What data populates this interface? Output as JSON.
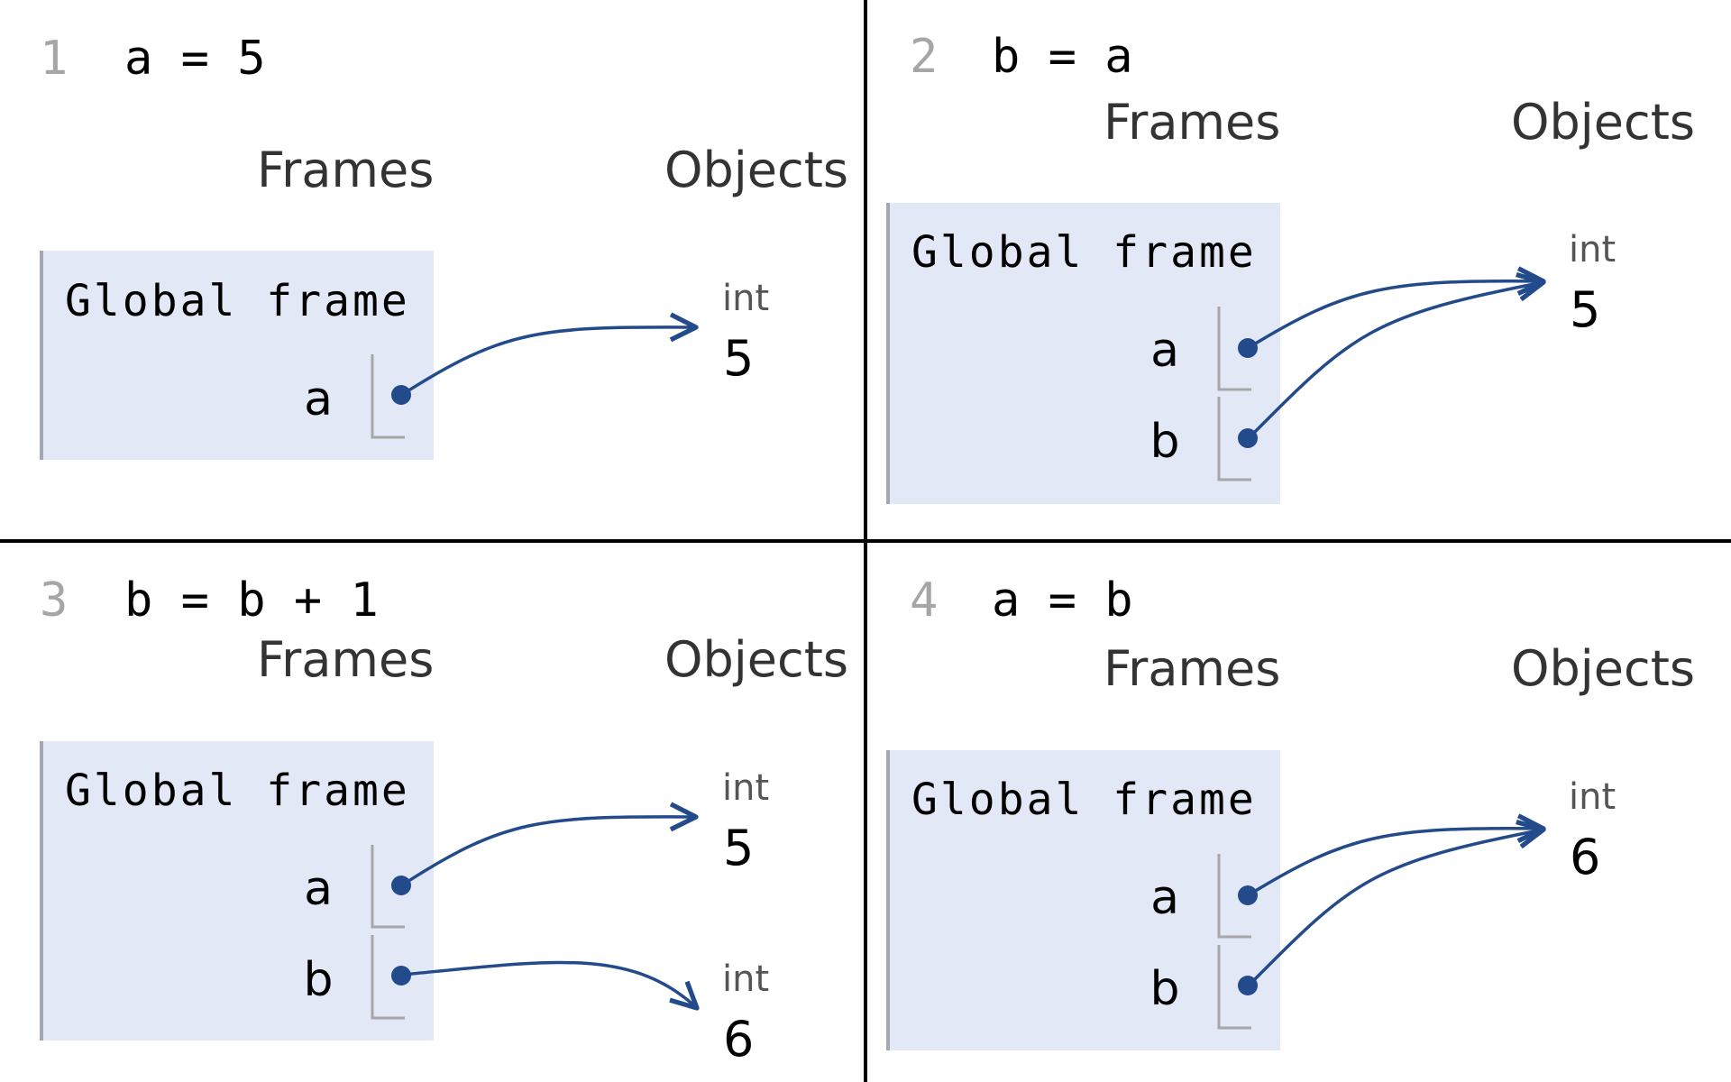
{
  "panels": [
    {
      "step": "1",
      "code": "a = 5",
      "frames_label": "Frames",
      "objects_label": "Objects",
      "frame_title": "Global frame",
      "vars": [
        "a"
      ],
      "objects": [
        {
          "type": "int",
          "value": "5"
        }
      ],
      "pointers": [
        [
          "a",
          0
        ]
      ]
    },
    {
      "step": "2",
      "code": "b = a",
      "frames_label": "Frames",
      "objects_label": "Objects",
      "frame_title": "Global frame",
      "vars": [
        "a",
        "b"
      ],
      "objects": [
        {
          "type": "int",
          "value": "5"
        }
      ],
      "pointers": [
        [
          "a",
          0
        ],
        [
          "b",
          0
        ]
      ]
    },
    {
      "step": "3",
      "code": "b = b + 1",
      "frames_label": "Frames",
      "objects_label": "Objects",
      "frame_title": "Global frame",
      "vars": [
        "a",
        "b"
      ],
      "objects": [
        {
          "type": "int",
          "value": "5"
        },
        {
          "type": "int",
          "value": "6"
        }
      ],
      "pointers": [
        [
          "a",
          0
        ],
        [
          "b",
          1
        ]
      ]
    },
    {
      "step": "4",
      "code": "a = b",
      "frames_label": "Frames",
      "objects_label": "Objects",
      "frame_title": "Global frame",
      "vars": [
        "a",
        "b"
      ],
      "objects": [
        {
          "type": "int",
          "value": "6"
        }
      ],
      "pointers": [
        [
          "a",
          0
        ],
        [
          "b",
          0
        ]
      ]
    }
  ],
  "colors": {
    "frame_background": "#e2e8f6",
    "pointer": "#234a8b",
    "step_number": "#a6a6a6"
  }
}
